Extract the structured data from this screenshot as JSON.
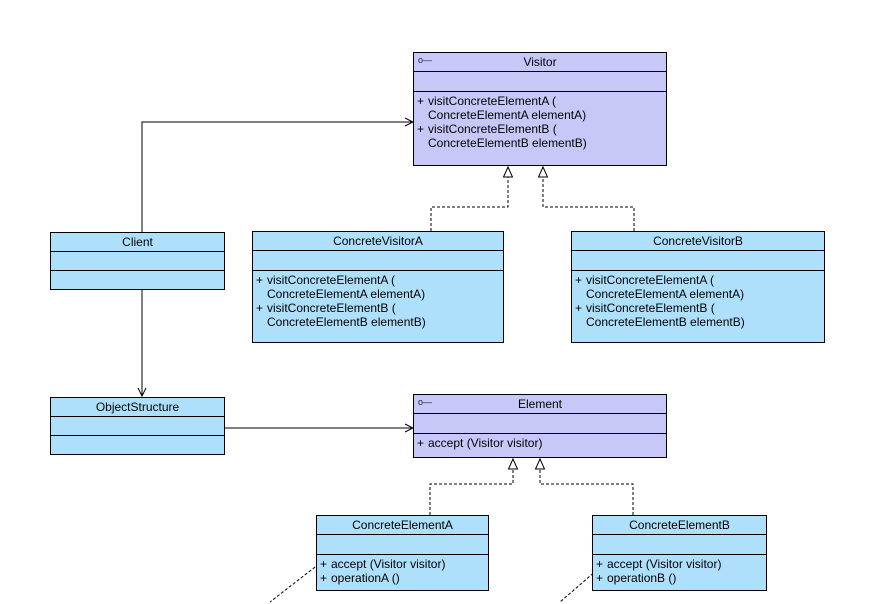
{
  "classes": {
    "visitor": {
      "name": "Visitor",
      "stereotype_icon": "interface-icon",
      "ops": [
        {
          "sign": "+",
          "line1": "visitConcreteElementA (",
          "line2": "ConcreteElementA elementA)"
        },
        {
          "sign": "+",
          "line1": "visitConcreteElementB (",
          "line2": "ConcreteElementB elementB)"
        }
      ]
    },
    "client": {
      "name": "Client"
    },
    "concrete_visitor_a": {
      "name": "ConcreteVisitorA",
      "ops": [
        {
          "sign": "+",
          "line1": "visitConcreteElementA (",
          "line2": "ConcreteElementA elementA)"
        },
        {
          "sign": "+",
          "line1": "visitConcreteElementB (",
          "line2": "ConcreteElementB elementB)"
        }
      ]
    },
    "concrete_visitor_b": {
      "name": "ConcreteVisitorB",
      "ops": [
        {
          "sign": "+",
          "line1": "visitConcreteElementA (",
          "line2": "ConcreteElementA elementA)"
        },
        {
          "sign": "+",
          "line1": "visitConcreteElementB (",
          "line2": "ConcreteElementB elementB)"
        }
      ]
    },
    "object_structure": {
      "name": "ObjectStructure"
    },
    "element": {
      "name": "Element",
      "stereotype_icon": "interface-icon",
      "ops": [
        {
          "sign": "+",
          "line1": "accept (Visitor visitor)"
        }
      ]
    },
    "concrete_element_a": {
      "name": "ConcreteElementA",
      "ops": [
        {
          "sign": "+",
          "line1": "accept (Visitor visitor)"
        },
        {
          "sign": "+",
          "line1": "operationA ()"
        }
      ]
    },
    "concrete_element_b": {
      "name": "ConcreteElementB",
      "ops": [
        {
          "sign": "+",
          "line1": "accept (Visitor visitor)"
        },
        {
          "sign": "+",
          "line1": "operationB ()"
        }
      ]
    }
  },
  "colors": {
    "interface_fill": "#c8c8f8",
    "concrete_fill": "#aee0fc",
    "line": "#000000"
  }
}
